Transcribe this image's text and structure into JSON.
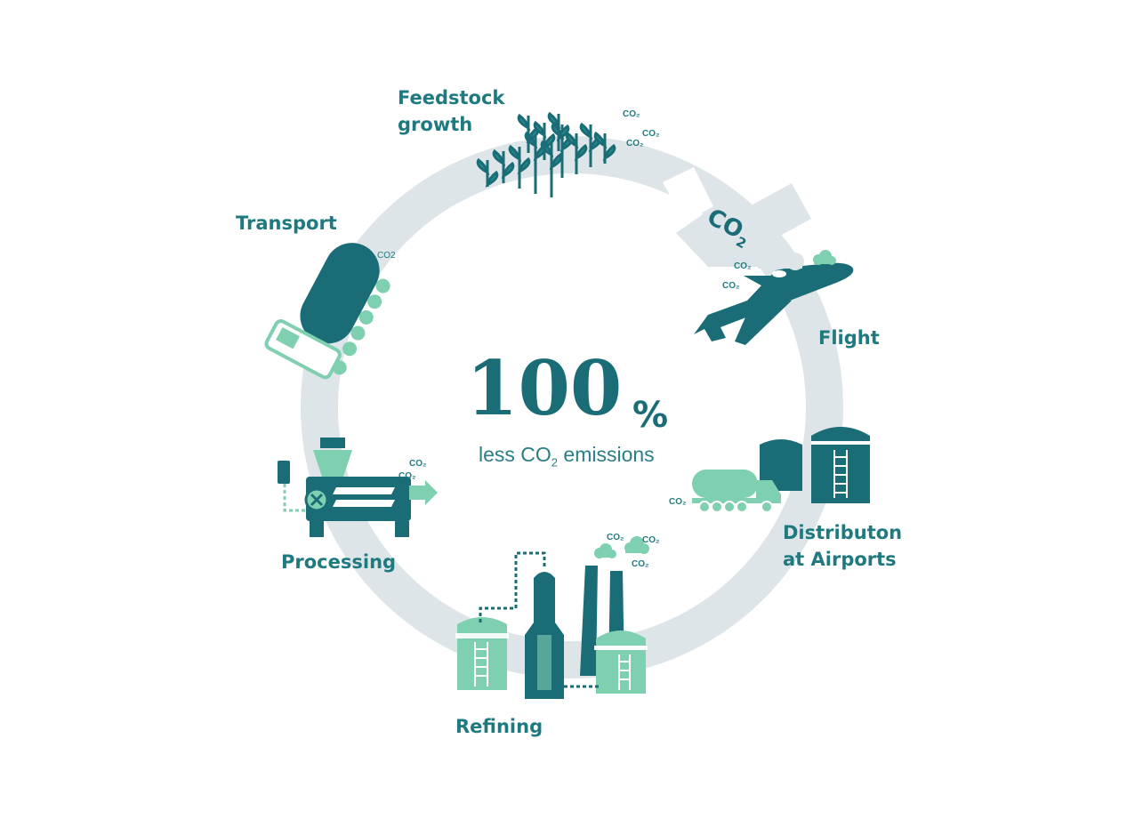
{
  "center": {
    "value": "100",
    "unit": "%",
    "caption_before": "less CO",
    "caption_sub": "2",
    "caption_after": " emissions"
  },
  "stages": {
    "feedstock": {
      "line1": "Feedstock",
      "line2": "growth"
    },
    "transport": {
      "label": "Transport"
    },
    "flight": {
      "label": "Flight"
    },
    "distribution": {
      "line1": "Distributon",
      "line2": "at Airports"
    },
    "processing": {
      "label": "Processing"
    },
    "refining": {
      "label": "Refining"
    }
  },
  "co2": {
    "small": "CO₂",
    "plain": "CO2",
    "arrow_main": "CO",
    "arrow_sub": "2"
  },
  "colors": {
    "ring": "#dde5e9",
    "dark_teal": "#1a6d76",
    "light_teal": "#7fcfb1",
    "text": "#1f7a80"
  }
}
